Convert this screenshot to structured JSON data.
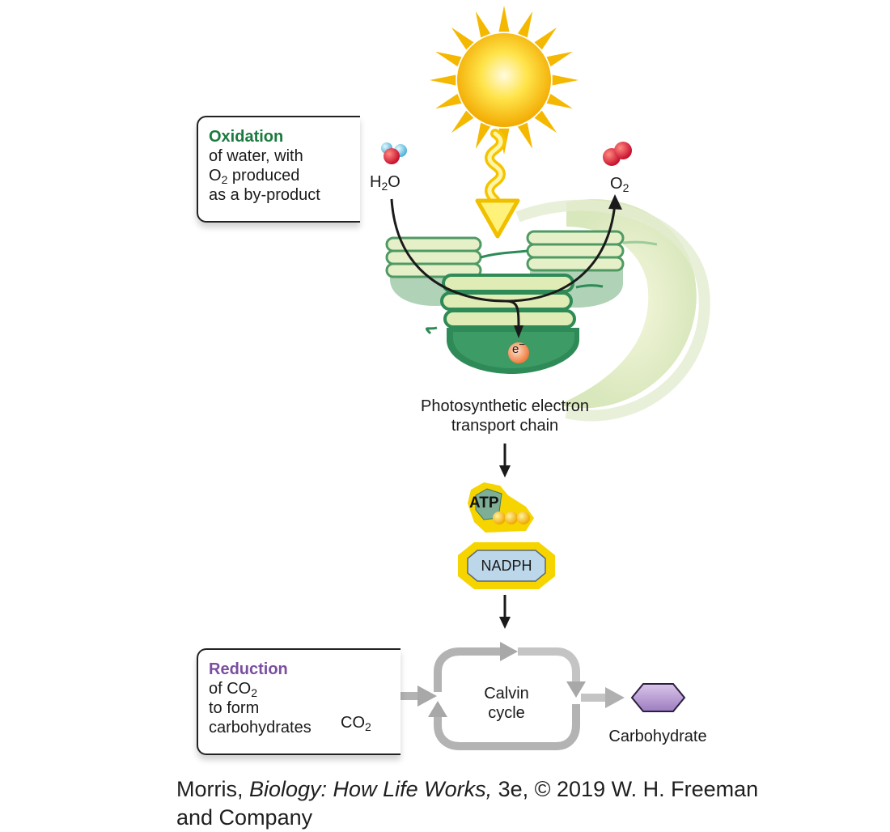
{
  "oxidation": {
    "title": "Oxidation",
    "line1": "of water, with",
    "line2_pre": "O",
    "line2_sub": "2",
    "line2_post": " produced",
    "line3": "as a by-product"
  },
  "reduction": {
    "title": "Reduction",
    "line1_pre": "of CO",
    "line1_sub": "2",
    "line2": "to form",
    "line3": "carbohydrates"
  },
  "molecules": {
    "water_pre": "H",
    "water_sub": "2",
    "water_post": "O",
    "oxygen_pre": "O",
    "oxygen_sub": "2",
    "co2_pre": "CO",
    "co2_sub": "2",
    "electron": "e",
    "electron_sup": "−"
  },
  "etc_label_1": "Photosynthetic electron",
  "etc_label_2": "transport chain",
  "atp_label": "ATP",
  "nadph_label": "NADPH",
  "calvin_1": "Calvin",
  "calvin_2": "cycle",
  "carbohydrate_label": "Carbohydrate",
  "credit": {
    "pre": "Morris, ",
    "title": "Biology: How Life Works,",
    "post": " 3e, © 2019 W. H. Freeman",
    "line2": "and Company"
  },
  "colors": {
    "oxidation_title": "#1a7a3e",
    "reduction_title": "#7a4fa0",
    "thylakoid": "#2e8a57",
    "sun": "#f7c300",
    "cycle_arrow": "#b8b8b8"
  }
}
